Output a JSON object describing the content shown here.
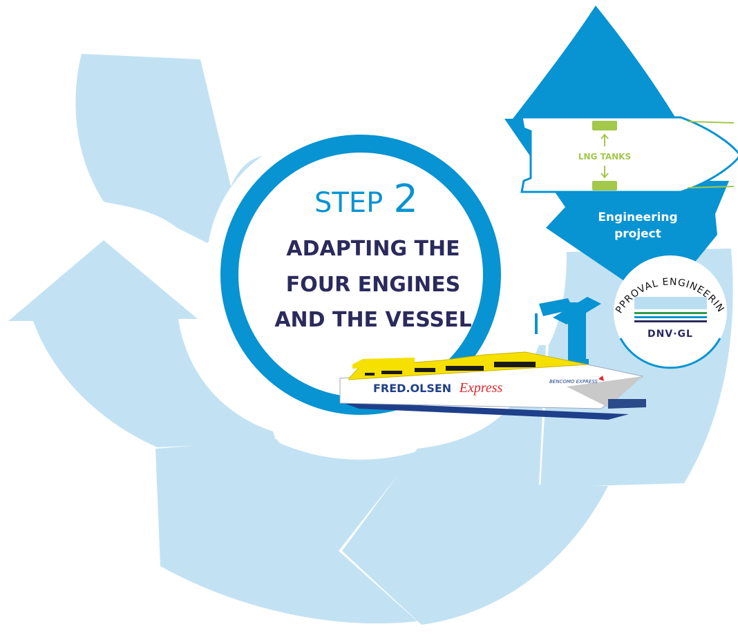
{
  "step": {
    "word": "STEP",
    "number": "2",
    "lines": [
      "ADAPTING THE",
      "FOUR ENGINES",
      "AND THE VESSEL"
    ]
  },
  "engineering": {
    "line1": "Engineering",
    "line2": "project"
  },
  "hull": {
    "tanks_label": "LNG TANKS"
  },
  "approval": {
    "arc_text": "APPROVAL ENGINEERING",
    "logo_text": "DNV·GL"
  },
  "ferry": {
    "brand": "FRED.OLSEN",
    "brand_script": "Express",
    "ship_name": "BENCOMO EXPRESS"
  },
  "colors": {
    "light_blue": "#c2e2f4",
    "dark_blue": "#0893d2",
    "navy": "#2b2a5c",
    "lime": "#a3c84a",
    "yellow": "#f5e000",
    "brand_red": "#e1262d"
  }
}
